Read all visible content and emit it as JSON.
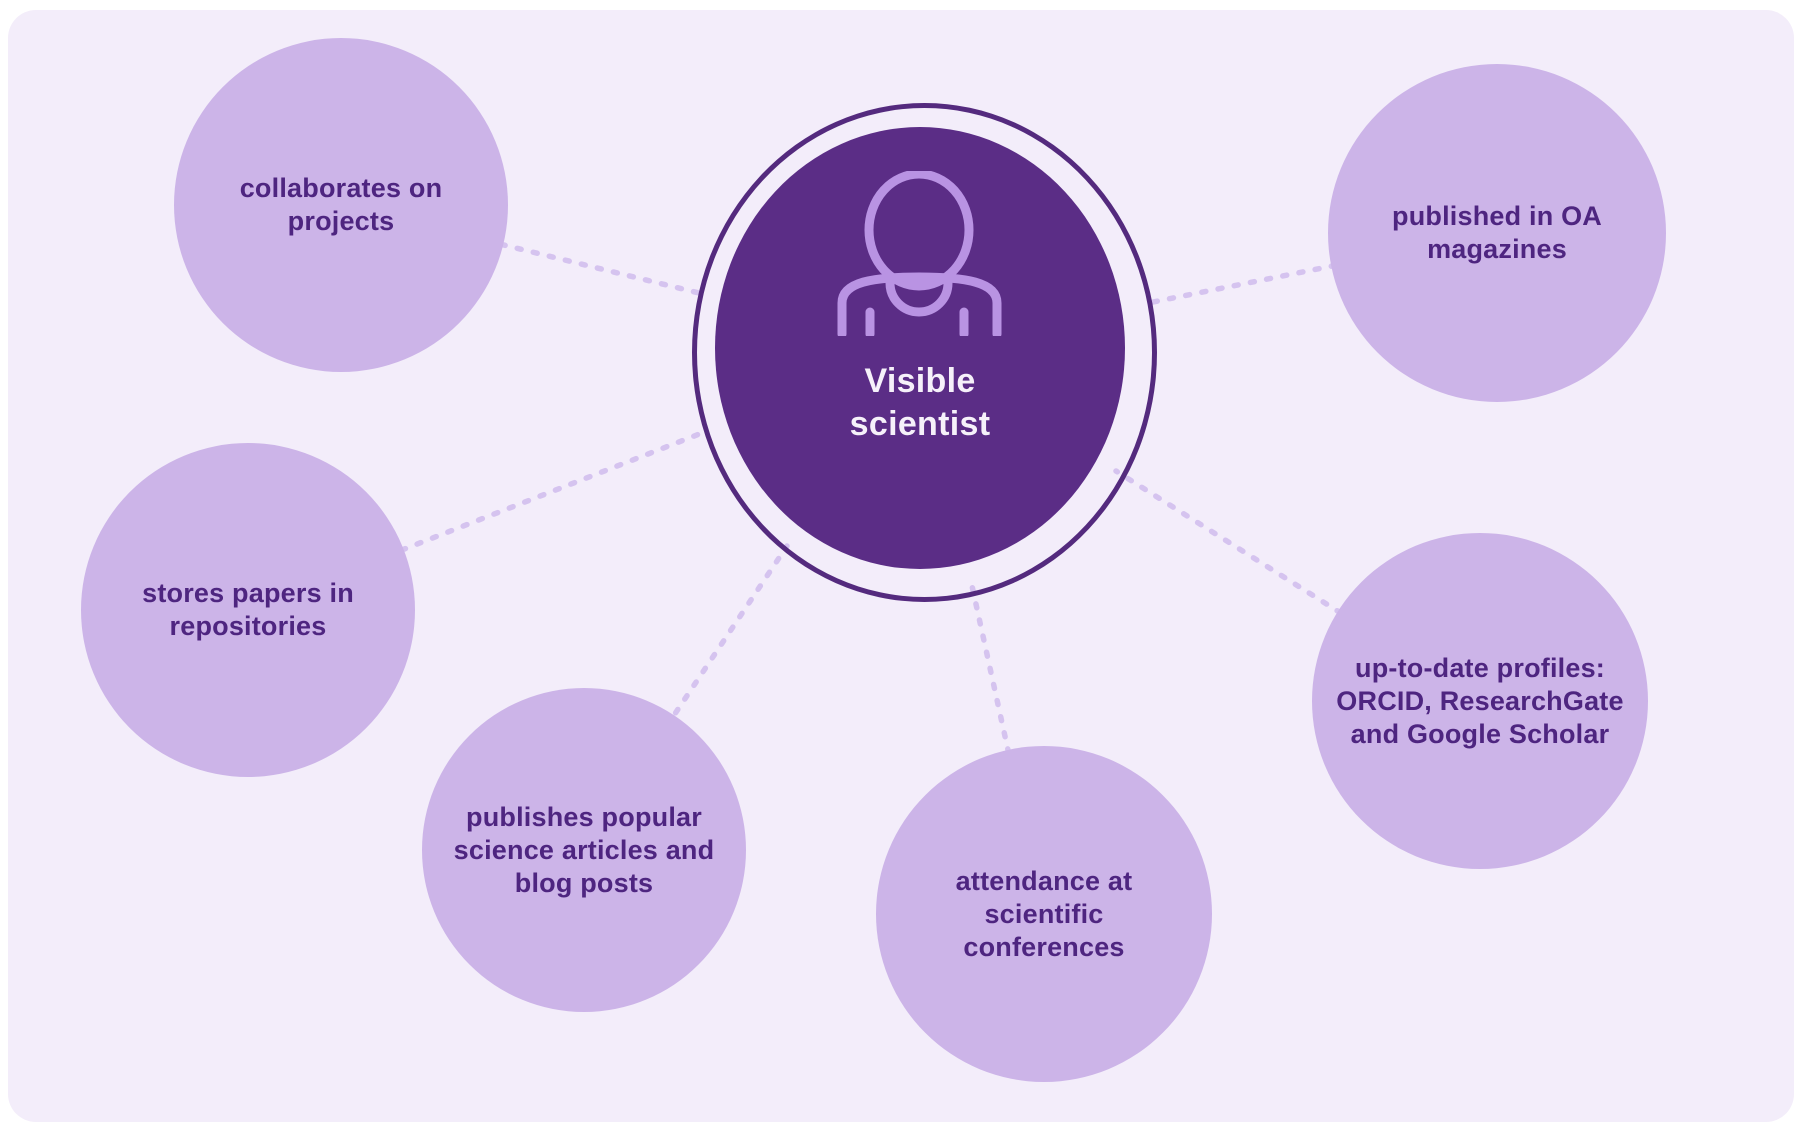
{
  "colors": {
    "page_bg": "#ffffff",
    "canvas_bg": "#f3edfa",
    "node_fill": "#ccb4e8",
    "node_text": "#4e2580",
    "center_fill": "#5b2d86",
    "center_ring": "#542a7e",
    "center_text": "#f6f1fa",
    "icon_stroke": "#b993e3",
    "connector": "#d5c3ef"
  },
  "center": {
    "label": "Visible\nscientist",
    "icon": "person-icon"
  },
  "nodes": [
    {
      "id": "collaborates",
      "label": "collaborates on\nprojects"
    },
    {
      "id": "oa-magazines",
      "label": "published in OA\nmagazines"
    },
    {
      "id": "repositories",
      "label": "stores papers in\nrepositories"
    },
    {
      "id": "profiles",
      "label": "up-to-date profiles:\nORCID, ResearchGate\nand Google Scholar"
    },
    {
      "id": "popular-science",
      "label": "publishes popular\nscience articles and\nblog posts"
    },
    {
      "id": "conferences",
      "label": "attendance at\nscientific\nconferences"
    }
  ]
}
